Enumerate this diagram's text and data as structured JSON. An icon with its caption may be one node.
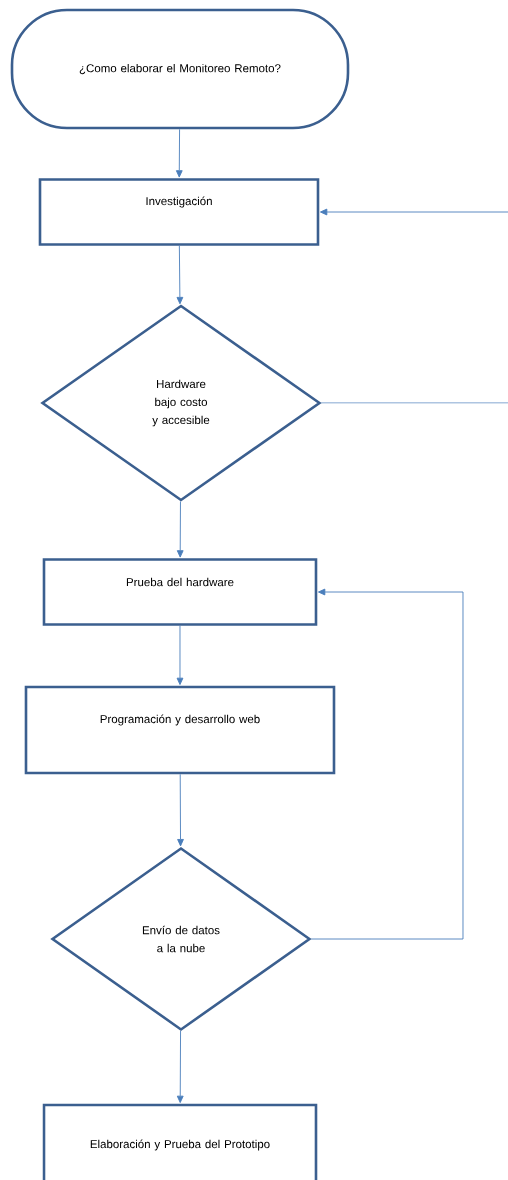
{
  "diagram": {
    "nodes": [
      {
        "text": [
          "¿Como elaborar el Monitoreo Remoto?"
        ]
      },
      {
        "text": [
          "Investigación"
        ]
      },
      {
        "text": [
          "Hardware bajo costo y accesible"
        ]
      },
      {
        "text": [
          "Prueba del hardware"
        ]
      },
      {
        "text": [
          "Programación y desarrollo web"
        ]
      },
      {
        "text": [
          "Envío de datos a la nube"
        ]
      },
      {
        "text": [
          "Elaboración y Prueba del Prototipo"
        ]
      }
    ],
    "edges": [
      {
        "from": 0,
        "to": 1,
        "arrow": "to"
      },
      {
        "from": 1,
        "to": 2,
        "arrow": "to"
      },
      {
        "from": 2,
        "to": 3,
        "arrow": "to"
      },
      {
        "from": 3,
        "to": 4,
        "arrow": "to"
      },
      {
        "from": 4,
        "to": 5,
        "arrow": "to"
      },
      {
        "from": 5,
        "to": 6,
        "arrow": "to"
      },
      {
        "from": 2,
        "to": 1,
        "arrow": "to"
      },
      {
        "from": 5,
        "to": 3,
        "arrow": "to"
      }
    ]
  }
}
